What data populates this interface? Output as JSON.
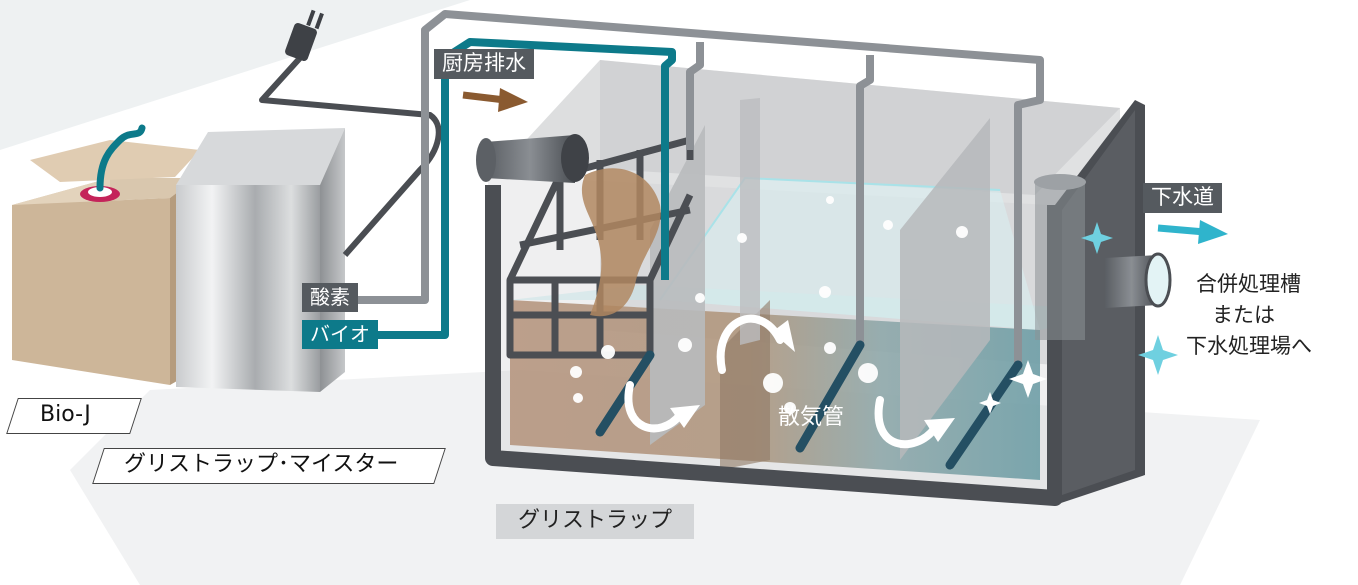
{
  "labels": {
    "kitchen_wastewater": "厨房排水",
    "oxygen": "酸素",
    "bio": "バイオ",
    "bio_j": "Bio-J",
    "meister": "グリストラップ･マイスター",
    "grease_trap": "グリストラップ",
    "aeration_pipe": "散気管",
    "sewer": "下水道",
    "destination": [
      "合併処理槽",
      "または",
      "下水処理場へ"
    ]
  },
  "colors": {
    "teal": "#0d7a8a",
    "gray_pipe": "#8d9196",
    "dark_pipe": "#4a4d52",
    "tank_frame": "#4b4e53",
    "brown_arrow": "#8a5a30",
    "cyan_arrow": "#2fb4cc",
    "sparkle": "#6fd0e0"
  },
  "icons": [
    "power-plug-icon",
    "sparkle-icon",
    "flow-arrow-icon"
  ]
}
